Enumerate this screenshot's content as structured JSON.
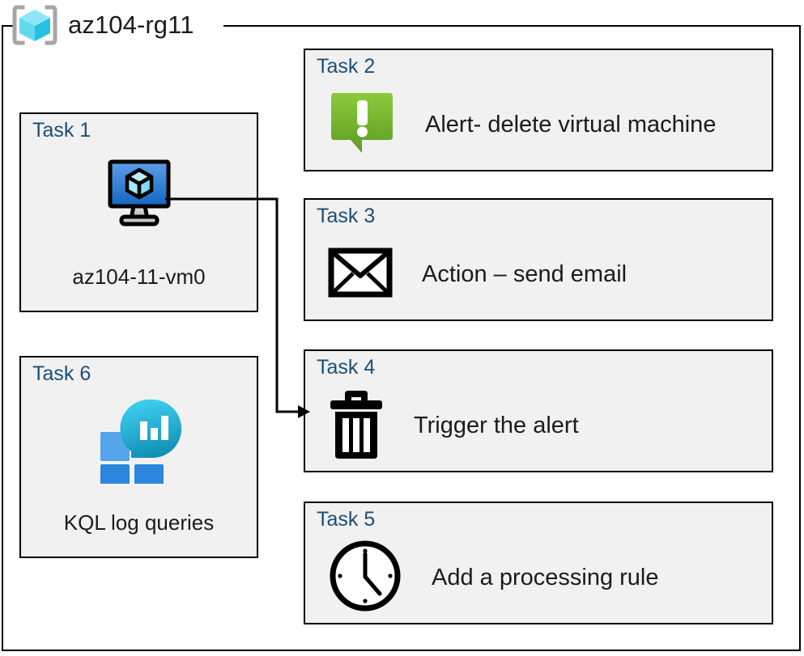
{
  "resource_group": {
    "name": "az104-rg11",
    "icon": "resource-group-cube-icon"
  },
  "colors": {
    "task_label": "#1c4e79",
    "box_fill": "#f1f1f1",
    "box_border": "#000000",
    "alert_green_light": "#8cc63e",
    "alert_green_dark": "#5b9a25",
    "vm_blue_light": "#4f94e0",
    "vm_blue_dark": "#1565c0",
    "loganalytics_cyan": "#32c6e8",
    "loganalytics_teal": "#1292b8",
    "loganalytics_blue": "#2a8ae0",
    "connector": "#000000",
    "rg_cube_light": "#7adff5",
    "rg_cube_dark": "#35c6e8",
    "rg_bracket": "#a6a6a6"
  },
  "tasks": [
    {
      "id": "task-1",
      "label": "Task 1",
      "caption": "az104-11-vm0",
      "icon": "virtual-machine-icon",
      "column": "left"
    },
    {
      "id": "task-2",
      "label": "Task 2",
      "caption": "Alert- delete virtual machine",
      "icon": "alert-speech-bubble-icon",
      "column": "right"
    },
    {
      "id": "task-3",
      "label": "Task 3",
      "caption": "Action – send email",
      "icon": "envelope-icon",
      "column": "right"
    },
    {
      "id": "task-4",
      "label": "Task 4",
      "caption": "Trigger the alert",
      "icon": "trash-can-icon",
      "column": "right"
    },
    {
      "id": "task-5",
      "label": "Task 5",
      "caption": "Add a processing rule",
      "icon": "clock-icon",
      "column": "right"
    },
    {
      "id": "task-6",
      "label": "Task 6",
      "caption": "KQL log queries",
      "icon": "log-analytics-icon",
      "column": "left"
    }
  ],
  "connector": {
    "from": "task-1",
    "to": "task-4",
    "style": "orthogonal-arrow"
  }
}
